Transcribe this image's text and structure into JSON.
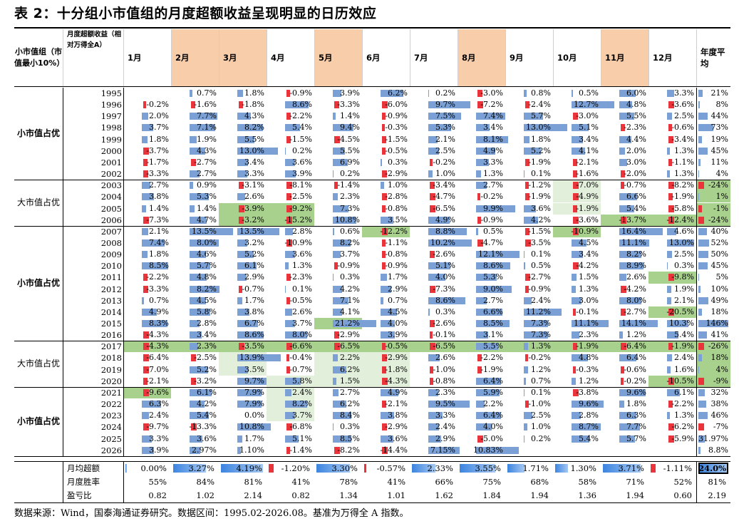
{
  "title": "表 2：十分组小市值组的月度超额收益呈现明显的日历效应",
  "header": {
    "group_label": "小市值组（市值最小10%）",
    "metric_label": "月度超额收益（相对万得全A）",
    "months": [
      "1月",
      "2月",
      "3月",
      "4月",
      "5月",
      "6月",
      "7月",
      "8月",
      "9月",
      "10月",
      "11月",
      "12月"
    ],
    "annual_label": "年度平均",
    "highlight_months": [
      1,
      2,
      4,
      7,
      10
    ],
    "colors": {
      "highlight_header": "#f8cdaa",
      "pos_bar": "#7aa0d6",
      "neg_bar": "#e8343a",
      "highlight_cell": "#a9d18e"
    }
  },
  "groups": [
    {
      "label": "小市值占优",
      "bold": true,
      "years": [
        "1995",
        "1996",
        "1997",
        "1998",
        "1999",
        "2000",
        "2001",
        "2002"
      ]
    },
    {
      "label": "大市值占优",
      "bold": false,
      "years": [
        "2003",
        "2004",
        "2005",
        "2006"
      ]
    },
    {
      "label": "小市值占优",
      "bold": true,
      "years": [
        "2007",
        "2008",
        "2009",
        "2010",
        "2011",
        "2012",
        "2013",
        "2014",
        "2015",
        "2016"
      ]
    },
    {
      "label": "大市值占优",
      "bold": false,
      "years": [
        "2017",
        "2018",
        "2019",
        "2020"
      ]
    },
    {
      "label": "小市值占优",
      "bold": true,
      "years": [
        "2021",
        "2022",
        "2023",
        "2024",
        "2025",
        "2026"
      ]
    }
  ],
  "rows": [
    {
      "year": "1995",
      "cells": [
        "",
        "0.7%",
        "1.8%",
        "-0.9%",
        "3.9%",
        "6.2%",
        "0.2%",
        "-3.0%",
        "0.8%",
        "0.5%",
        "6.0%",
        "3.3%",
        "21%"
      ]
    },
    {
      "year": "1996",
      "cells": [
        "-0.2%",
        "-1.6%",
        "-1.8%",
        "8.6%",
        "-3.3%",
        "-6.0%",
        "9.7%",
        "-7.2%",
        "-2.4%",
        "12.7%",
        "4.8%",
        "-3.6%",
        "8%"
      ]
    },
    {
      "year": "1997",
      "cells": [
        "2.0%",
        "7.7%",
        "4.3%",
        "-2.2%",
        "1.4%",
        "-0.9%",
        "7.5%",
        "7.4%",
        "5.7%",
        "-3.0%",
        "5.5%",
        "2.5%",
        "44%"
      ]
    },
    {
      "year": "1998",
      "cells": [
        "3.7%",
        "7.1%",
        "8.2%",
        "5.4%",
        "9.4%",
        "-0.3%",
        "5.3%",
        "3.4%",
        "13.0%",
        "5.1%",
        "-2.3%",
        "-0.6%",
        "73%"
      ]
    },
    {
      "year": "1999",
      "cells": [
        "1.8%",
        "1.9%",
        "5.5%",
        "-1.5%",
        "-4.5%",
        "-1.5%",
        "2.1%",
        "8.1%",
        "1.8%",
        "3.4%",
        "4.4%",
        "-3.4%",
        "19%"
      ]
    },
    {
      "year": "2000",
      "cells": [
        "-3.7%",
        "4.3%",
        "13.0%",
        "0.2%",
        "5.5%",
        "-0.5%",
        "2.5%",
        "4.9%",
        "5.2%",
        "4.1%",
        "2.0%",
        "1.3%",
        "45%"
      ]
    },
    {
      "year": "2001",
      "cells": [
        "-1.7%",
        "-2.7%",
        "3.4%",
        "3.6%",
        "6.9%",
        "0.3%",
        "-0.2%",
        "3.3%",
        "-1.9%",
        "-2.1%",
        "3.0%",
        "-1.1%",
        "11%"
      ]
    },
    {
      "year": "2002",
      "cells": [
        "-3.3%",
        "2.7%",
        "3.3%",
        "3.9%",
        "0.2%",
        "-2.9%",
        "1.0%",
        "1.3%",
        "0.1%",
        "-1.6%",
        "-2.0%",
        "1.3%",
        "4%"
      ]
    },
    {
      "year": "2003",
      "cells": [
        "2.7%",
        "0.9%",
        "-3.1%",
        "-8.1%",
        "-1.4%",
        "1.0%",
        "-3.4%",
        "2.7%",
        "-1.2%",
        "-7.0%",
        "-0.7%",
        "-8.2%",
        "-24%"
      ]
    },
    {
      "year": "2004",
      "cells": [
        "3.8%",
        "5.3%",
        "2.6%",
        "-2.5%",
        "2.3%",
        "-2.8%",
        "-4.7%",
        "-0.2%",
        "-1.9%",
        "-4.9%",
        "6.6%",
        "-1.9%",
        "1%"
      ]
    },
    {
      "year": "2005",
      "cells": [
        "1.4%",
        "1.4%",
        "-3.9%",
        "-9.2%",
        "7.3%",
        "-0.8%",
        "-6.5%",
        "9.9%",
        "3.6%",
        "-1.9%",
        "5.4%",
        "-5.8%",
        "-1%"
      ]
    },
    {
      "year": "2006",
      "cells": [
        "-7.3%",
        "4.7%",
        "-3.2%",
        "-15.2%",
        "10.8%",
        "3.5%",
        "4.9%",
        "-0.9%",
        "4.2%",
        "-3.6%",
        "-13.7%",
        "-12.4%",
        "-24%"
      ]
    },
    {
      "year": "2007",
      "cells": [
        "2.1%",
        "13.5%",
        "13.5%",
        "2.8%",
        "0.6%",
        "-12.2%",
        "8.8%",
        "0.5%",
        "-1.5%",
        "-10.9%",
        "16.4%",
        "4.6%",
        "40%"
      ]
    },
    {
      "year": "2008",
      "cells": [
        "7.4%",
        "8.0%",
        "3.2%",
        "-10.9%",
        "8.2%",
        "-1.1%",
        "10.2%",
        "-4.7%",
        "-3.5%",
        "4.5%",
        "11.1%",
        "13.0%",
        "52%"
      ]
    },
    {
      "year": "2009",
      "cells": [
        "1.8%",
        "4.6%",
        "5.2%",
        "3.6%",
        "3.7%",
        "-0.8%",
        "-2.6%",
        "12.1%",
        "0.1%",
        "3.4%",
        "8.2%",
        "2.5%",
        "50%"
      ]
    },
    {
      "year": "2010",
      "cells": [
        "8.5%",
        "5.7%",
        "6.1%",
        "1.3%",
        "-0.9%",
        "-0.9%",
        "5.1%",
        "8.6%",
        "0.5%",
        "-4.2%",
        "8.9%",
        "0.3%",
        "45%"
      ]
    },
    {
      "year": "2011",
      "cells": [
        "-2.2%",
        "4.8%",
        "2.9%",
        "-2.3%",
        "0.3%",
        "1.7%",
        "4.0%",
        "5.3%",
        "-2.7%",
        "1.5%",
        "2.6%",
        "-9.8%",
        "5%"
      ]
    },
    {
      "year": "2012",
      "cells": [
        "-3.3%",
        "8.2%",
        "-0.7%",
        "0.1%",
        "4.2%",
        "2.9%",
        "-7.3%",
        "9.0%",
        "-0.9%",
        "1.3%",
        "-4.2%",
        "1.9%",
        "10%"
      ]
    },
    {
      "year": "2013",
      "cells": [
        "0.7%",
        "4.5%",
        "1.7%",
        "-0.5%",
        "7.1%",
        "0.7%",
        "8.6%",
        "2.7%",
        "2.4%",
        "3.0%",
        "8.0%",
        "2.1%",
        "49%"
      ]
    },
    {
      "year": "2014",
      "cells": [
        "4.9%",
        "5.8%",
        "3.8%",
        "2.6%",
        "4.1%",
        "4.5%",
        "0.3%",
        "6.6%",
        "11.2%",
        "-0.1%",
        "-2.7%",
        "-20.5%",
        "18%"
      ]
    },
    {
      "year": "2015",
      "cells": [
        "8.3%",
        "2.8%",
        "6.7%",
        "3.7%",
        "21.2%",
        "4.0%",
        "-2.6%",
        "8.5%",
        "7.3%",
        "11.1%",
        "14.1%",
        "10.3%",
        "146%"
      ]
    },
    {
      "year": "2016",
      "cells": [
        "-4.3%",
        "3.4%",
        "8.6%",
        "8.0%",
        "-2.9%",
        "3.9%",
        "-0.1%",
        "3.1%",
        "7.3%",
        "2.3%",
        "1.2%",
        "5.4%",
        "41%"
      ]
    },
    {
      "year": "2017",
      "cells": [
        "-4.3%",
        "2.3%",
        "-3.5%",
        "-6.6%",
        "-6.5%",
        "-0.5%",
        "-6.5%",
        "5.5%",
        "1.3%",
        "-1.9%",
        "-6.4%",
        "-1.9%",
        "-26%"
      ]
    },
    {
      "year": "2018",
      "cells": [
        "-6.4%",
        "-2.5%",
        "13.9%",
        "-0.4%",
        "2.2%",
        "-2.9%",
        "2.6%",
        "-2.2%",
        "-0.2%",
        "4.8%",
        "6.4%",
        "2.4%",
        "18%"
      ]
    },
    {
      "year": "2019",
      "cells": [
        "-7.0%",
        "5.2%",
        "3.5%",
        "-0.7%",
        "6.2%",
        "-1.8%",
        "-1.0%",
        "-1.9%",
        "1.2%",
        "-0.3%",
        "-0.6%",
        "1.6%",
        "4%"
      ]
    },
    {
      "year": "2020",
      "cells": [
        "-2.1%",
        "-3.2%",
        "9.7%",
        "5.8%",
        "1.5%",
        "-4.3%",
        "-0.8%",
        "6.4%",
        "0.7%",
        "1.2%",
        "-0.2%",
        "-10.5%",
        "-9%"
      ]
    },
    {
      "year": "2021",
      "cells": [
        "-9.6%",
        "6.1%",
        "7.9%",
        "2.4%",
        "2.7%",
        "4.9%",
        "2.3%",
        "5.9%",
        "0.1%",
        "-3.8%",
        "9.6%",
        "6.1%",
        "32%"
      ]
    },
    {
      "year": "2022",
      "cells": [
        "6.3%",
        "4.2%",
        "7.9%",
        "8.2%",
        "6.2%",
        "-2.1%",
        "9.5%",
        "2.2%",
        "-1.0%",
        "9.6%",
        "1.8%",
        "-2.2%",
        "38%"
      ]
    },
    {
      "year": "2023",
      "cells": [
        "2.4%",
        "5.4%",
        "0.0%",
        "3.7%",
        "8.4%",
        "3.8%",
        "3.3%",
        "6.4%",
        "2.5%",
        "2.8%",
        "6.3%",
        "1.3%",
        "46%"
      ]
    },
    {
      "year": "2024",
      "cells": [
        "-9.7%",
        "-13.3%",
        "10.8%",
        "-6.8%",
        "0.3%",
        "-2.9%",
        "2.4%",
        "4.0%",
        "1.0%",
        "8.7%",
        "7.7%",
        "-6.2%",
        "-7%"
      ]
    },
    {
      "year": "2025",
      "cells": [
        "3.3%",
        "3.6%",
        "1.7%",
        "5.1%",
        "8.5%",
        "3.6%",
        "2.9%",
        "-5.0%",
        "0.2%",
        "5.4%",
        "5.7%",
        "-5.9%",
        "31.97%"
      ]
    },
    {
      "year": "2026",
      "cells": [
        "3.9%",
        "2.97%",
        "1.10%",
        "-1.4%",
        "-8.2%",
        "-14.4%",
        "7.15%",
        "10.83%",
        "",
        "",
        "",
        "",
        "8.8%"
      ]
    }
  ],
  "summary": [
    {
      "label": "月均超额",
      "cells": [
        "0.00%",
        "3.27%",
        "4.19%",
        "-1.20%",
        "3.30%",
        "-0.57%",
        "2.33%",
        "3.55%",
        "1.71%",
        "1.30%",
        "3.71%",
        "-1.11%",
        "24.0%"
      ]
    },
    {
      "label": "月度胜率",
      "cells": [
        "55%",
        "84%",
        "81%",
        "41%",
        "78%",
        "41%",
        "66%",
        "75%",
        "68%",
        "58%",
        "71%",
        "52%",
        "81%"
      ]
    },
    {
      "label": "盈亏比",
      "cells": [
        "0.82",
        "1.02",
        "2.14",
        "0.82",
        "1.34",
        "1.01",
        "1.62",
        "1.84",
        "1.94",
        "1.36",
        "1.94",
        "0.60",
        "2.19"
      ]
    }
  ],
  "source": "数据来源：Wind，国泰海通证券研究。数据区间：1995.02-2026.08。基准为万得全 A 指数。"
}
